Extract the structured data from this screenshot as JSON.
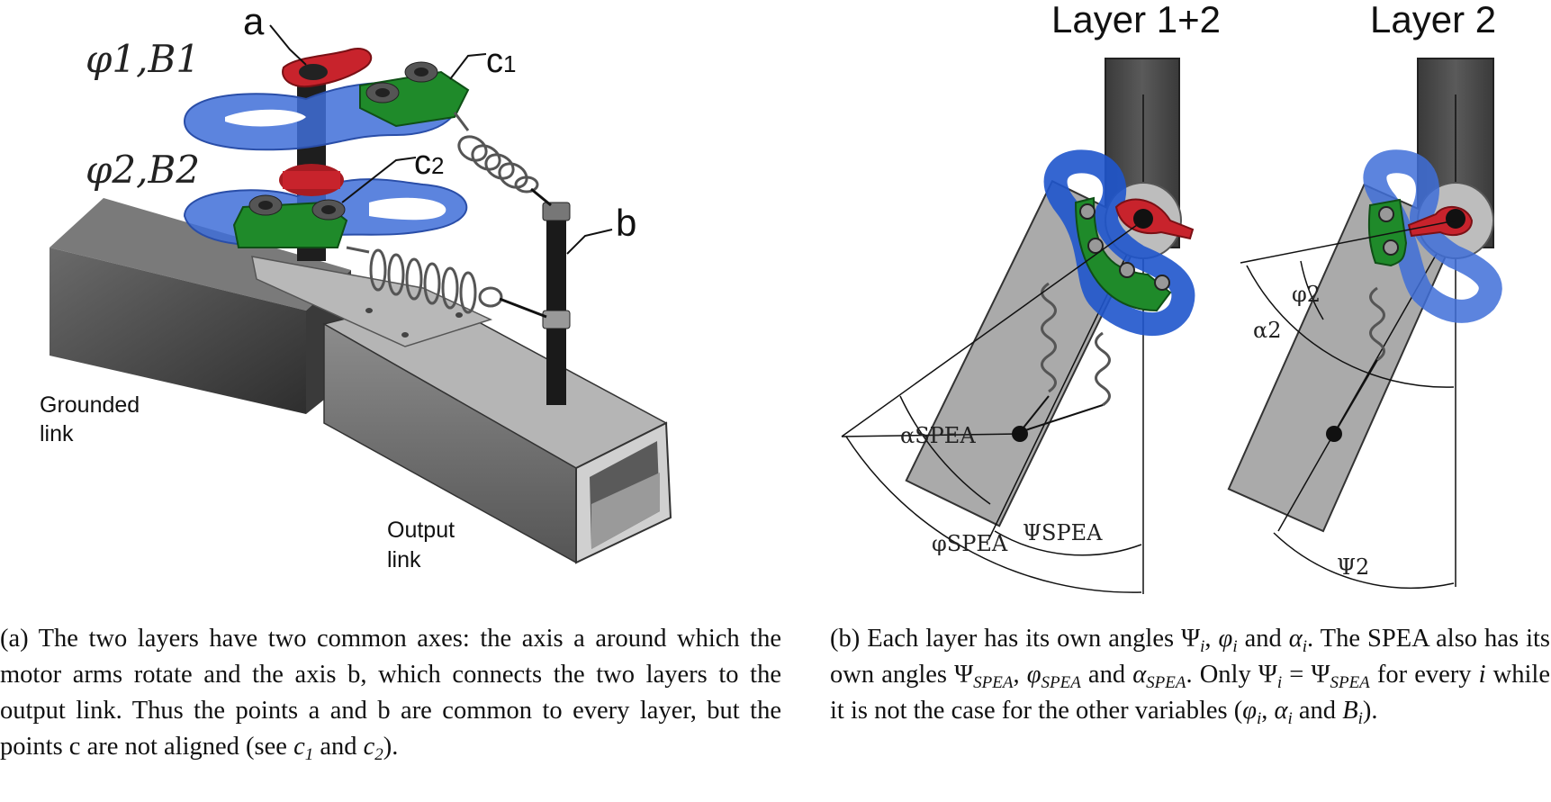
{
  "panel_a": {
    "labels": {
      "a": "a",
      "b": "b",
      "c1": "c",
      "c1_sub": "1",
      "c2": "c",
      "c2_sub": "2",
      "phi1_b1": "φ1,B1",
      "phi2_b2": "φ2,B2",
      "grounded_1": "Grounded",
      "grounded_2": "link",
      "output_1": "Output",
      "output_2": "link"
    },
    "colors": {
      "red_arm": "#c8232c",
      "green_plate": "#1f8a2a",
      "blue_cam": "#3f6fd8",
      "metal": "#9a9a9a",
      "dark_metal": "#4a4a4a",
      "shaft": "#1a1a1a"
    }
  },
  "panel_b": {
    "titles": {
      "layer12": "Layer 1+2",
      "layer2": "Layer 2"
    },
    "labels": {
      "alpha_spea": "αSPEA",
      "psi_spea": "ΨSPEA",
      "phi_spea": "φSPEA",
      "phi2": "φ2",
      "alpha2": "α2",
      "psi2": "Ψ2"
    }
  },
  "captions": {
    "a_prefix": "(a) The two layers have two common axes: the axis a around which the motor arms rotate and the axis b, which connects the two layers to the output link. Thus the points a and b are common to every layer, but the points c are not aligned (see ",
    "a_c": "c",
    "a_c1_sub": "1",
    "a_and": " and ",
    "a_c2_sub": "2",
    "a_end": ").",
    "b_1": "(b) Each layer has its own angles ",
    "b_psi": "Ψ",
    "b_i": "i",
    "b_comma": ", ",
    "b_phi": "φ",
    "b_and": " and ",
    "b_alpha": "α",
    "b_2": ". The SPEA also has its own angles ",
    "b_spea": "SPEA",
    "b_3": ". Only ",
    "b_eq": " = ",
    "b_4": " for every ",
    "b_5": " while it is not the case for the other variables (",
    "b_B": "B",
    "b_end": ")."
  }
}
